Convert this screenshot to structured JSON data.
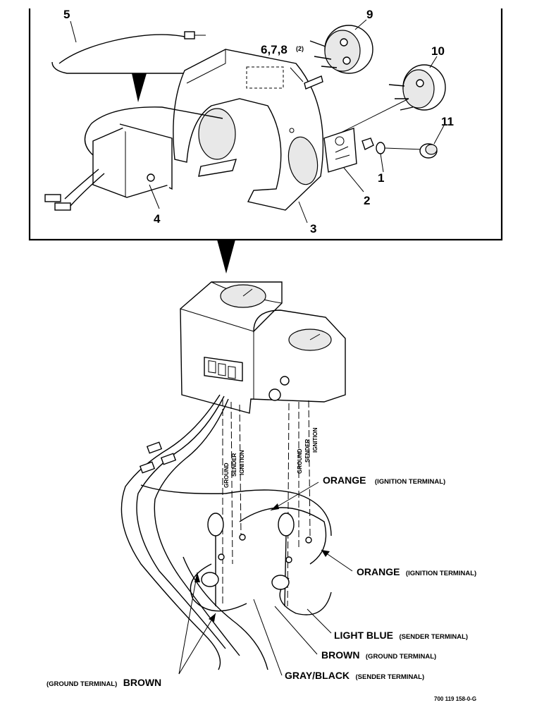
{
  "callouts": {
    "c1": "1",
    "c2": "2",
    "c3": "3",
    "c4": "4",
    "c5": "5",
    "c678": "6,7,8",
    "c678_qty": "(2)",
    "c9": "9",
    "c10": "10",
    "c11": "11"
  },
  "wire_labels": {
    "orange_1": {
      "color": "ORANGE",
      "terminal": "(IGNITION TERMINAL)"
    },
    "orange_2": {
      "color": "ORANGE",
      "terminal": "(IGNITION TERMINAL)"
    },
    "light_blue": {
      "color": "LIGHT BLUE",
      "terminal": "(SENDER TERMINAL)"
    },
    "brown_right": {
      "color": "BROWN",
      "terminal": "(GROUND TERMINAL)"
    },
    "gray_black": {
      "color": "GRAY/BLACK",
      "terminal": "(SENDER TERMINAL)"
    },
    "brown_left": {
      "terminal": "(GROUND TERMINAL)",
      "color": "BROWN"
    }
  },
  "terminal_tags": {
    "left": [
      "GROUND",
      "SENDER",
      "IGNITION"
    ],
    "right": [
      "GROUND",
      "SENDER",
      "IGNITION"
    ]
  },
  "drawing_number": "700 119 158-0-G"
}
